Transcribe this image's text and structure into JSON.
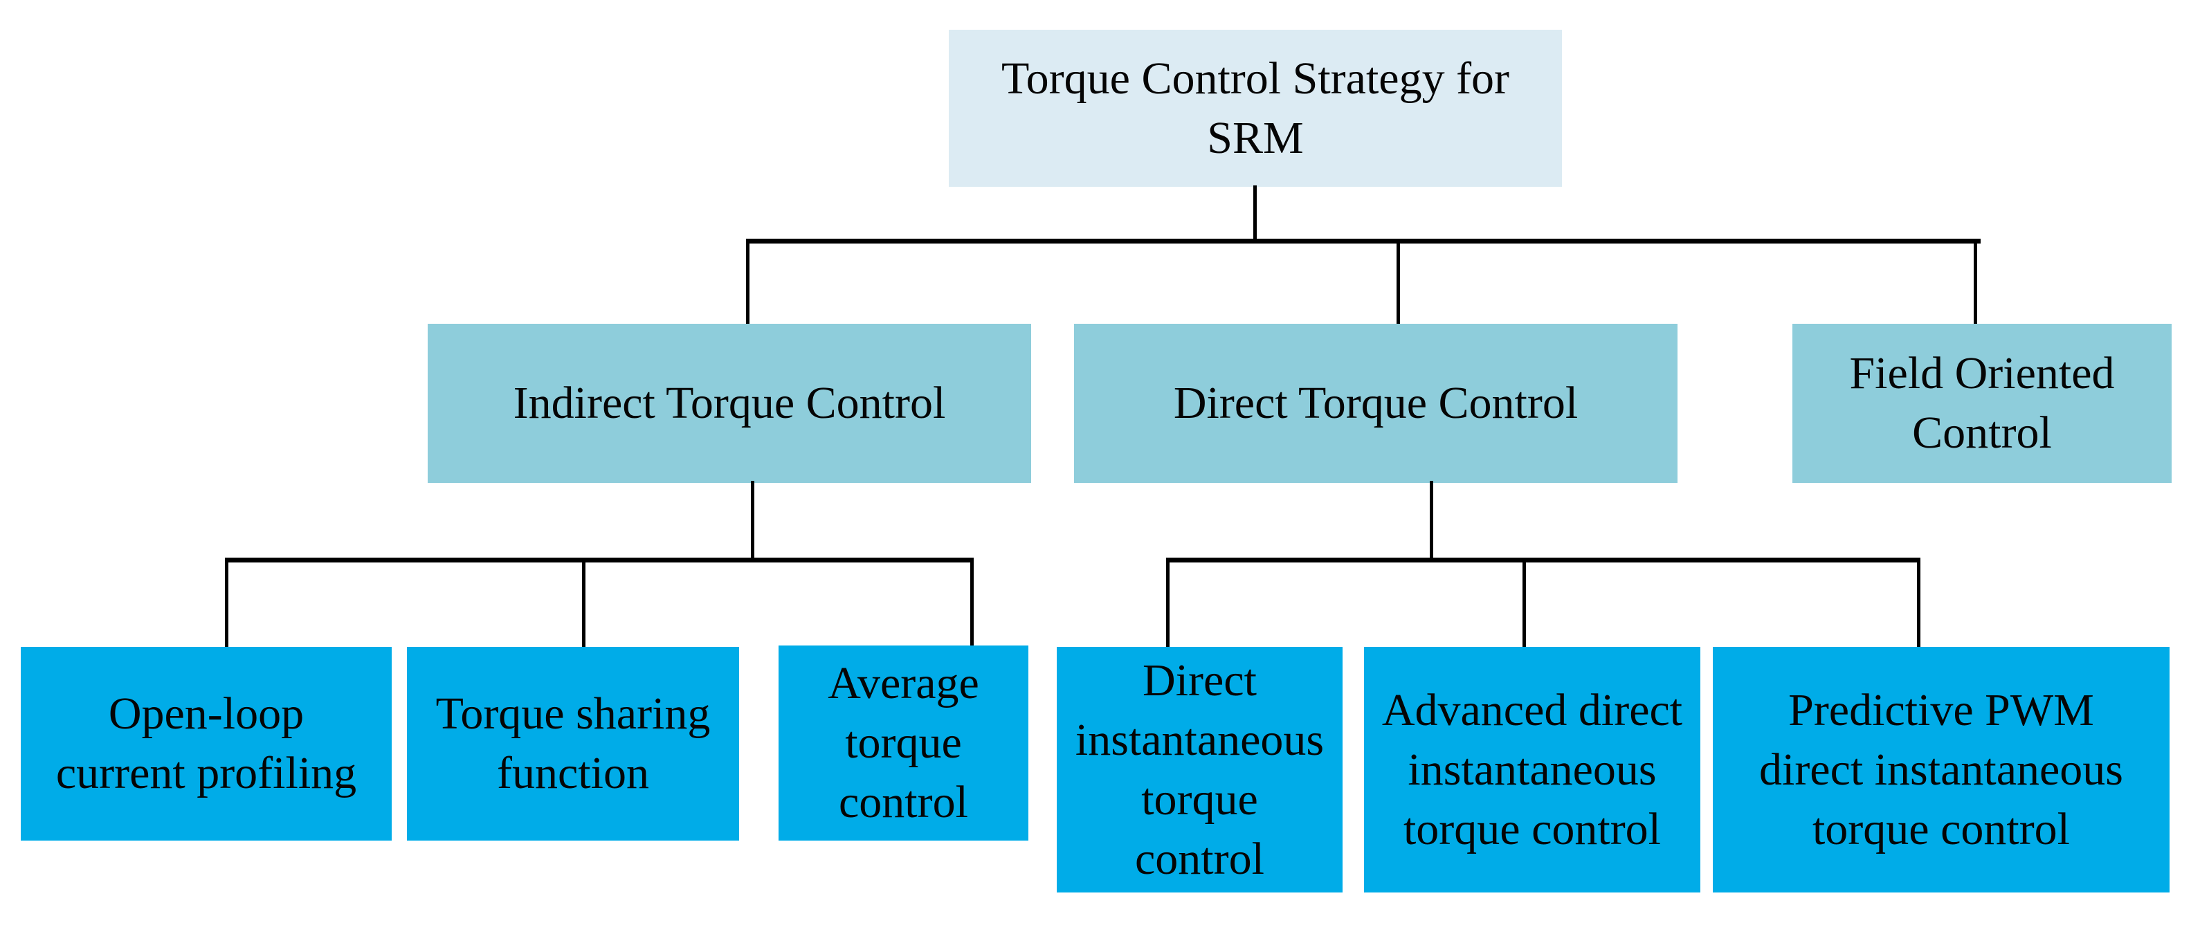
{
  "diagram": {
    "type": "tree-diagram",
    "colors": {
      "root_bg": "#dcebf3",
      "branch_bg": "#8ecddb",
      "leaf_bg": "#00ace8",
      "line_color": "#000000",
      "text_color": "#050505"
    },
    "nodes": {
      "root": {
        "label": "Torque Control Strategy for\nSRM"
      },
      "indirect": {
        "label": "Indirect Torque Control"
      },
      "direct": {
        "label": "Direct Torque Control"
      },
      "foc": {
        "label": "Field Oriented\nControl"
      },
      "open_loop": {
        "label": "Open-loop\ncurrent profiling"
      },
      "tsf": {
        "label": "Torque sharing\nfunction"
      },
      "atc": {
        "label": "Average\ntorque\ncontrol"
      },
      "ditc": {
        "label": "Direct\ninstantaneous\ntorque\ncontrol"
      },
      "aditc": {
        "label": "Advanced direct\ninstantaneous\ntorque control"
      },
      "ppditc": {
        "label": "Predictive PWM\ndirect instantaneous\ntorque control"
      }
    },
    "hierarchy": {
      "root": "root",
      "children": {
        "root": [
          "indirect",
          "direct",
          "foc"
        ],
        "indirect": [
          "open_loop",
          "tsf",
          "atc"
        ],
        "direct": [
          "ditc",
          "aditc",
          "ppditc"
        ],
        "foc": []
      }
    }
  }
}
